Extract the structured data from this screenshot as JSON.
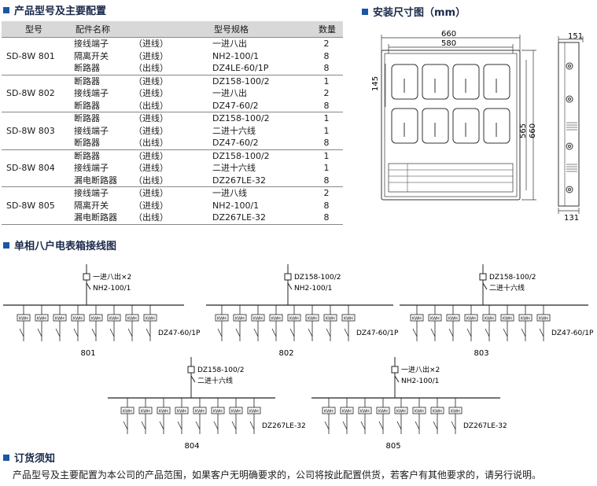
{
  "sections": {
    "products": "产品型号及主要配置",
    "dims": "安装尺寸图（mm）",
    "wiring": "单相八户电表箱接线图",
    "order": "订货须知"
  },
  "table": {
    "headers": [
      "型号",
      "配件名称",
      "",
      "型号规格",
      "数量"
    ],
    "groups": [
      {
        "model": "SD-8W 801",
        "rows": [
          {
            "part": "接线端子",
            "note": "（进线）",
            "spec": "一进八出",
            "qty": "2"
          },
          {
            "part": "隔离开关",
            "note": "（进线）",
            "spec": "NH2-100/1",
            "qty": "8"
          },
          {
            "part": "断路器",
            "note": "（出线）",
            "spec": "DZ4LE-60/1P",
            "qty": "8"
          }
        ]
      },
      {
        "model": "SD-8W 802",
        "rows": [
          {
            "part": "断路器",
            "note": "（进线）",
            "spec": "DZ158-100/2",
            "qty": "1"
          },
          {
            "part": "接线端子",
            "note": "（进线）",
            "spec": "一进八出",
            "qty": "2"
          },
          {
            "part": "断路器",
            "note": "（出线）",
            "spec": "DZ47-60/2",
            "qty": "8"
          }
        ]
      },
      {
        "model": "SD-8W 803",
        "rows": [
          {
            "part": "断路器",
            "note": "（进线）",
            "spec": "DZ158-100/2",
            "qty": "1"
          },
          {
            "part": "接线端子",
            "note": "（进线）",
            "spec": "二进十六线",
            "qty": "1"
          },
          {
            "part": "断路器",
            "note": "（出线）",
            "spec": "DZ47-60/2",
            "qty": "8"
          }
        ]
      },
      {
        "model": "SD-8W 804",
        "rows": [
          {
            "part": "断路器",
            "note": "（进线）",
            "spec": "DZ158-100/2",
            "qty": "1"
          },
          {
            "part": "接线端子",
            "note": "（进线）",
            "spec": "二进十六线",
            "qty": "1"
          },
          {
            "part": "漏电断路器",
            "note": "（出线）",
            "spec": "DZ267LE-32",
            "qty": "8"
          }
        ]
      },
      {
        "model": "SD-8W 805",
        "rows": [
          {
            "part": "接线端子",
            "note": "（进线）",
            "spec": "一进八线",
            "qty": "2"
          },
          {
            "part": "隔离开关",
            "note": "（进线）",
            "spec": "NH2-100/1",
            "qty": "8"
          },
          {
            "part": "漏电断路器",
            "note": "（出线）",
            "spec": "DZ267LE-32",
            "qty": "8"
          }
        ]
      }
    ]
  },
  "dimensions": {
    "w660": "660",
    "w580": "580",
    "h145": "145",
    "h565": "565",
    "h660": "660",
    "d151": "151",
    "d131": "131"
  },
  "diagrams": [
    {
      "id": "801",
      "label_top": "一进八出×2",
      "label_bot": "NH2-100/1",
      "breaker": "DZ47-60/1P"
    },
    {
      "id": "802",
      "label_top": "DZ158-100/2",
      "label_bot": "NH2-100/1",
      "breaker": "DZ47-60/1P"
    },
    {
      "id": "803",
      "label_top": "DZ158-100/2",
      "label_bot": "二进十六线",
      "breaker": "DZ47-60/1P"
    },
    {
      "id": "804",
      "label_top": "DZ158-100/2",
      "label_bot": "二进十六线",
      "breaker": "DZ267LE-32"
    },
    {
      "id": "805",
      "label_top": "一进八出×2",
      "label_bot": "NH2-100/1",
      "breaker": "DZ267LE-32"
    }
  ],
  "meter_label": "KWH",
  "order_note": "产品型号及主要配置为本公司的产品范围，如果客户无明确要求的，公司将按此配置供货，若客户有其他要求的，请另行说明。",
  "colors": {
    "accent": "#1b56a6",
    "header_bg": "#d8d8d8"
  }
}
